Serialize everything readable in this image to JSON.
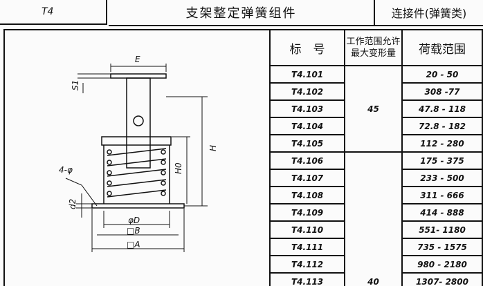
{
  "header": {
    "code": "T4",
    "title": "支架整定弹簧组件",
    "category": "连接件(弹簧类)"
  },
  "table": {
    "headers": [
      "标　号",
      "工作范围允许最大变形量",
      "荷载范围"
    ],
    "rows": [
      {
        "id": "T4.101",
        "load": "20 - 50"
      },
      {
        "id": "T4.102",
        "load": "308 -77"
      },
      {
        "id": "T4.103",
        "load": "47.8 - 118"
      },
      {
        "id": "T4.104",
        "load": "72.8 - 182"
      },
      {
        "id": "T4.105",
        "load": "112 - 280"
      },
      {
        "id": "T4.106",
        "load": "175 - 375"
      },
      {
        "id": "T4.107",
        "load": "233 - 500"
      },
      {
        "id": "T4.108",
        "load": "311 - 666"
      },
      {
        "id": "T4.109",
        "load": "414 - 888"
      },
      {
        "id": "T4.110",
        "load": "551- 1180"
      },
      {
        "id": "T4.111",
        "load": "735 - 1575"
      },
      {
        "id": "T4.112",
        "load": "980 - 2180"
      },
      {
        "id": "T4.113",
        "load": "1307- 2800"
      }
    ],
    "deformation": [
      {
        "value": "45"
      },
      {
        "value": "40"
      }
    ]
  },
  "drawing": {
    "labels": {
      "E": "E",
      "S1": "S1",
      "H": "H",
      "H0": "H0",
      "holes": "4-φ",
      "d2": "d2",
      "D": "φD",
      "B": "□B",
      "A": "□A"
    }
  }
}
